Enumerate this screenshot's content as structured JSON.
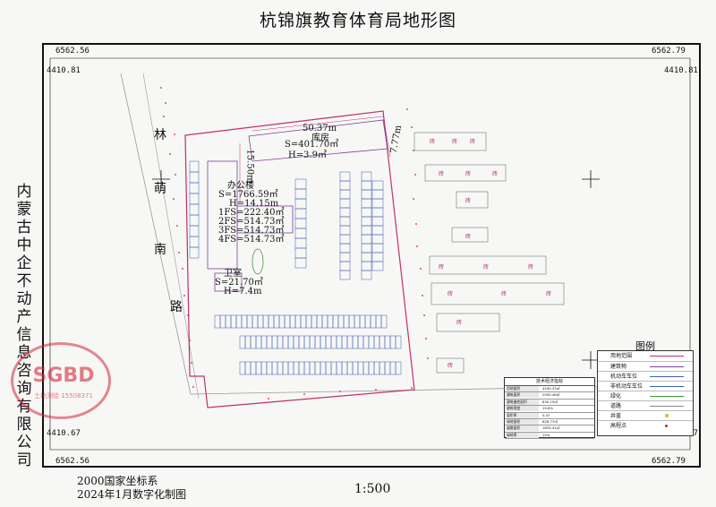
{
  "title": "杭锦旗教育体育局地形图",
  "corners": {
    "tl_x": "6562.56",
    "tl_y": "4410.81",
    "tr_x": "6562.79",
    "tr_y": "4410.81",
    "bl_x": "6562.56",
    "bl_y": "4410.67",
    "br_x": "6562.79",
    "br_y": "4410.67"
  },
  "company": "内蒙古中企不动产信息咨询有限公司",
  "seal": {
    "text": "SGBD",
    "sub": "土地测绘 15508371"
  },
  "footer": {
    "coord_system": "2000国家坐标系",
    "date_line": "2024年1月数字化制图",
    "scale": "1:500"
  },
  "street": [
    "林",
    "萌",
    "南",
    "路"
  ],
  "buildings": {
    "warehouse": {
      "dim": "50.37m",
      "name": "库房",
      "area": "S=401.70㎡",
      "height": "H=3.9㎡"
    },
    "office": {
      "name": "办公楼",
      "line1": "S=1766.59㎡",
      "line2": "H=14.15m",
      "line3": "1FS=222.40㎡",
      "line4": "2FS=514.73㎡",
      "line5": "3FS=514.73㎡",
      "line6": "4FS=514.73㎡"
    },
    "toilet": {
      "name": "卫室",
      "area": "S=21.70㎡",
      "height": "H=7.4m"
    },
    "side_dim": "15.50m",
    "right_dim": "7.77m"
  },
  "legend": {
    "title": "图例",
    "items": [
      {
        "label": "用地范围",
        "color": "#c0306a"
      },
      {
        "label": "建筑物",
        "color": "#7a3fa0"
      },
      {
        "label": "机动车车位",
        "color": "#3a5fb0"
      },
      {
        "label": "非机动车车位",
        "color": "#3a5fb0"
      },
      {
        "label": "绿化",
        "color": "#3b9a3b"
      },
      {
        "label": "道路",
        "color": "#888888"
      },
      {
        "label": "井盖",
        "color": "#d0c020"
      },
      {
        "label": "高程点",
        "color": "#d22222"
      }
    ]
  },
  "tech_table": {
    "title": "技术经济指标",
    "rows": [
      {
        "k": "用地面积",
        "v": "4190.33㎡"
      },
      {
        "k": "建筑面积",
        "v": "2050.46㎡"
      },
      {
        "k": "建筑基底面积",
        "v": "830.15㎡"
      },
      {
        "k": "建筑密度",
        "v": "19.8%"
      },
      {
        "k": "容积率",
        "v": "0.47"
      },
      {
        "k": "绿地面积",
        "v": "626.77㎡"
      },
      {
        "k": "道路面积",
        "v": "1834.41㎡"
      },
      {
        "k": "绿地率",
        "v": "15%"
      }
    ]
  },
  "colors": {
    "boundary": "#c0306a",
    "elevation": "#d22222",
    "building": "#7a3fa0",
    "parking": "#3a5fb0"
  }
}
